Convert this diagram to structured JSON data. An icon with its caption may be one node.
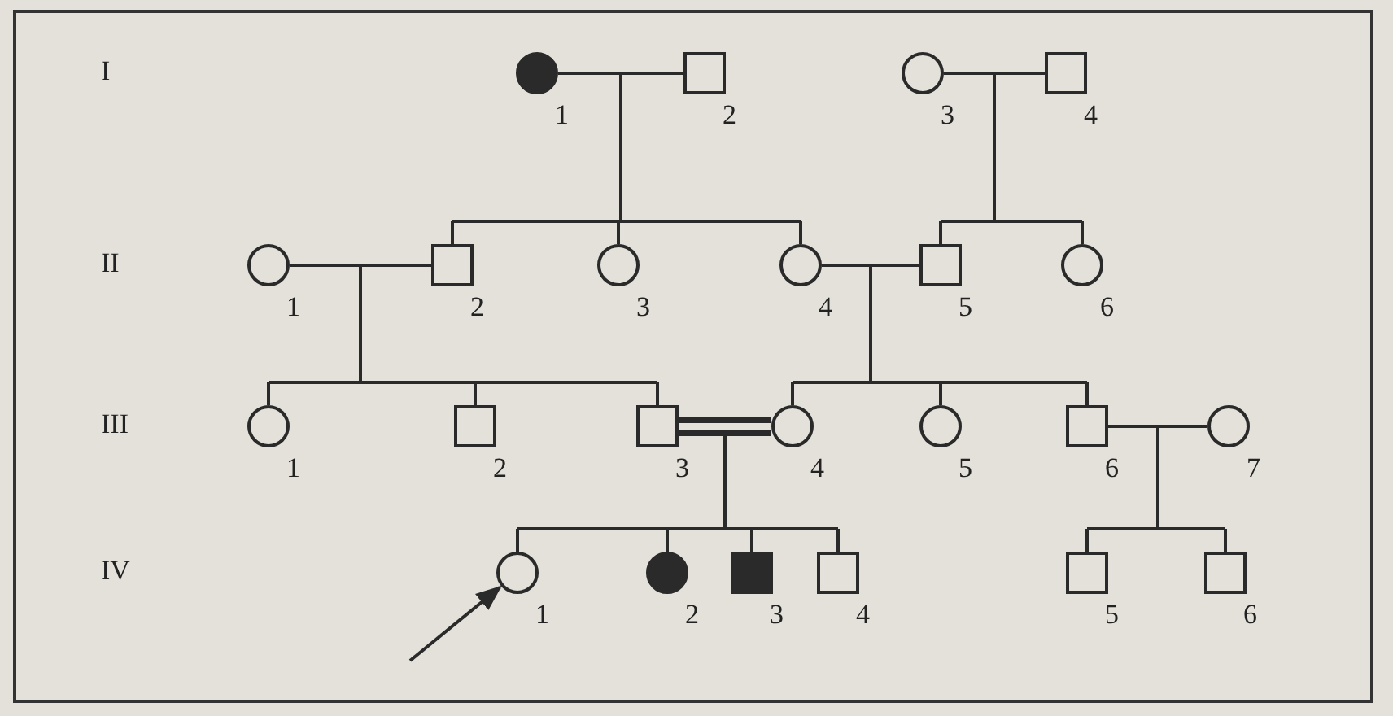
{
  "diagram": {
    "nodes": [
      {
        "text": [],
        "shape": "circle",
        "beside": [
          "1"
        ]
      },
      {
        "text": [],
        "shape": "box",
        "beside": [
          "2"
        ]
      },
      {
        "text": [],
        "shape": "circle",
        "beside": [
          "3"
        ]
      },
      {
        "text": [],
        "shape": "box",
        "beside": [
          "4"
        ]
      },
      {
        "text": [],
        "shape": "circle",
        "beside": [
          "1"
        ]
      },
      {
        "text": [],
        "shape": "box",
        "beside": [
          "2"
        ]
      },
      {
        "text": [],
        "shape": "circle",
        "beside": [
          "3"
        ]
      },
      {
        "text": [],
        "shape": "circle",
        "beside": [
          "4"
        ]
      },
      {
        "text": [],
        "shape": "box",
        "beside": [
          "5"
        ]
      },
      {
        "text": [],
        "shape": "circle",
        "beside": [
          "6"
        ]
      },
      {
        "text": [],
        "shape": "circle",
        "beside": [
          "1"
        ]
      },
      {
        "text": [],
        "shape": "box",
        "beside": [
          "2"
        ]
      },
      {
        "text": [],
        "shape": "box",
        "beside": [
          "3"
        ]
      },
      {
        "text": [],
        "shape": "circle",
        "beside": [
          "4"
        ]
      },
      {
        "text": [],
        "shape": "circle",
        "beside": [
          "5"
        ]
      },
      {
        "text": [],
        "shape": "box",
        "beside": [
          "6"
        ]
      },
      {
        "text": [],
        "shape": "circle",
        "beside": [
          "7"
        ]
      },
      {
        "text": [],
        "shape": "circle",
        "beside": [
          "1"
        ]
      },
      {
        "text": [],
        "shape": "circle",
        "beside": [
          "2"
        ]
      },
      {
        "text": [],
        "shape": "box",
        "beside": [
          "3"
        ]
      },
      {
        "text": [],
        "shape": "box",
        "beside": [
          "4"
        ]
      },
      {
        "text": [],
        "shape": "box",
        "beside": [
          "5"
        ]
      },
      {
        "text": [],
        "shape": "box",
        "beside": [
          "6"
        ]
      }
    ],
    "edges": [
      {
        "from": 0,
        "to": 1,
        "arrow": "none"
      },
      {
        "from": 2,
        "to": 3,
        "arrow": "none"
      },
      {
        "from": 0,
        "to": 5,
        "arrow": "none"
      },
      {
        "from": 1,
        "to": 5,
        "arrow": "none"
      },
      {
        "from": 0,
        "to": 6,
        "arrow": "none"
      },
      {
        "from": 1,
        "to": 6,
        "arrow": "none"
      },
      {
        "from": 0,
        "to": 7,
        "arrow": "none"
      },
      {
        "from": 1,
        "to": 7,
        "arrow": "none"
      },
      {
        "from": 2,
        "to": 8,
        "arrow": "none"
      },
      {
        "from": 3,
        "to": 8,
        "arrow": "none"
      },
      {
        "from": 2,
        "to": 9,
        "arrow": "none"
      },
      {
        "from": 3,
        "to": 9,
        "arrow": "none"
      },
      {
        "from": 4,
        "to": 5,
        "arrow": "none"
      },
      {
        "from": 7,
        "to": 8,
        "arrow": "none"
      },
      {
        "from": 4,
        "to": 10,
        "arrow": "none"
      },
      {
        "from": 5,
        "to": 10,
        "arrow": "none"
      },
      {
        "from": 4,
        "to": 11,
        "arrow": "none"
      },
      {
        "from": 5,
        "to": 11,
        "arrow": "none"
      },
      {
        "from": 4,
        "to": 12,
        "arrow": "none"
      },
      {
        "from": 5,
        "to": 12,
        "arrow": "none"
      },
      {
        "from": 7,
        "to": 13,
        "arrow": "none"
      },
      {
        "from": 8,
        "to": 13,
        "arrow": "none"
      },
      {
        "from": 7,
        "to": 14,
        "arrow": "none"
      },
      {
        "from": 8,
        "to": 14,
        "arrow": "none"
      },
      {
        "from": 7,
        "to": 15,
        "arrow": "none"
      },
      {
        "from": 8,
        "to": 15,
        "arrow": "none"
      },
      {
        "from": 12,
        "to": 13,
        "arrow": "none",
        "style": "thick"
      },
      {
        "from": 15,
        "to": 16,
        "arrow": "none"
      },
      {
        "from": 12,
        "to": 17,
        "arrow": "none"
      },
      {
        "from": 13,
        "to": 17,
        "arrow": "none"
      },
      {
        "from": 12,
        "to": 18,
        "arrow": "none"
      },
      {
        "from": 13,
        "to": 18,
        "arrow": "none"
      },
      {
        "from": 12,
        "to": 19,
        "arrow": "none"
      },
      {
        "from": 13,
        "to": 19,
        "arrow": "none"
      },
      {
        "from": 12,
        "to": 20,
        "arrow": "none"
      },
      {
        "from": 13,
        "to": 20,
        "arrow": "none"
      },
      {
        "from": 15,
        "to": 21,
        "arrow": "none"
      },
      {
        "from": 16,
        "to": 21,
        "arrow": "none"
      },
      {
        "from": 15,
        "to": 22,
        "arrow": "none"
      },
      {
        "from": 16,
        "to": 22,
        "arrow": "none"
      },
      {
        "from": null,
        "to": 17,
        "arrow": "to"
      }
    ],
    "labels": [
      "I",
      "II",
      "III",
      "IV"
    ]
  }
}
